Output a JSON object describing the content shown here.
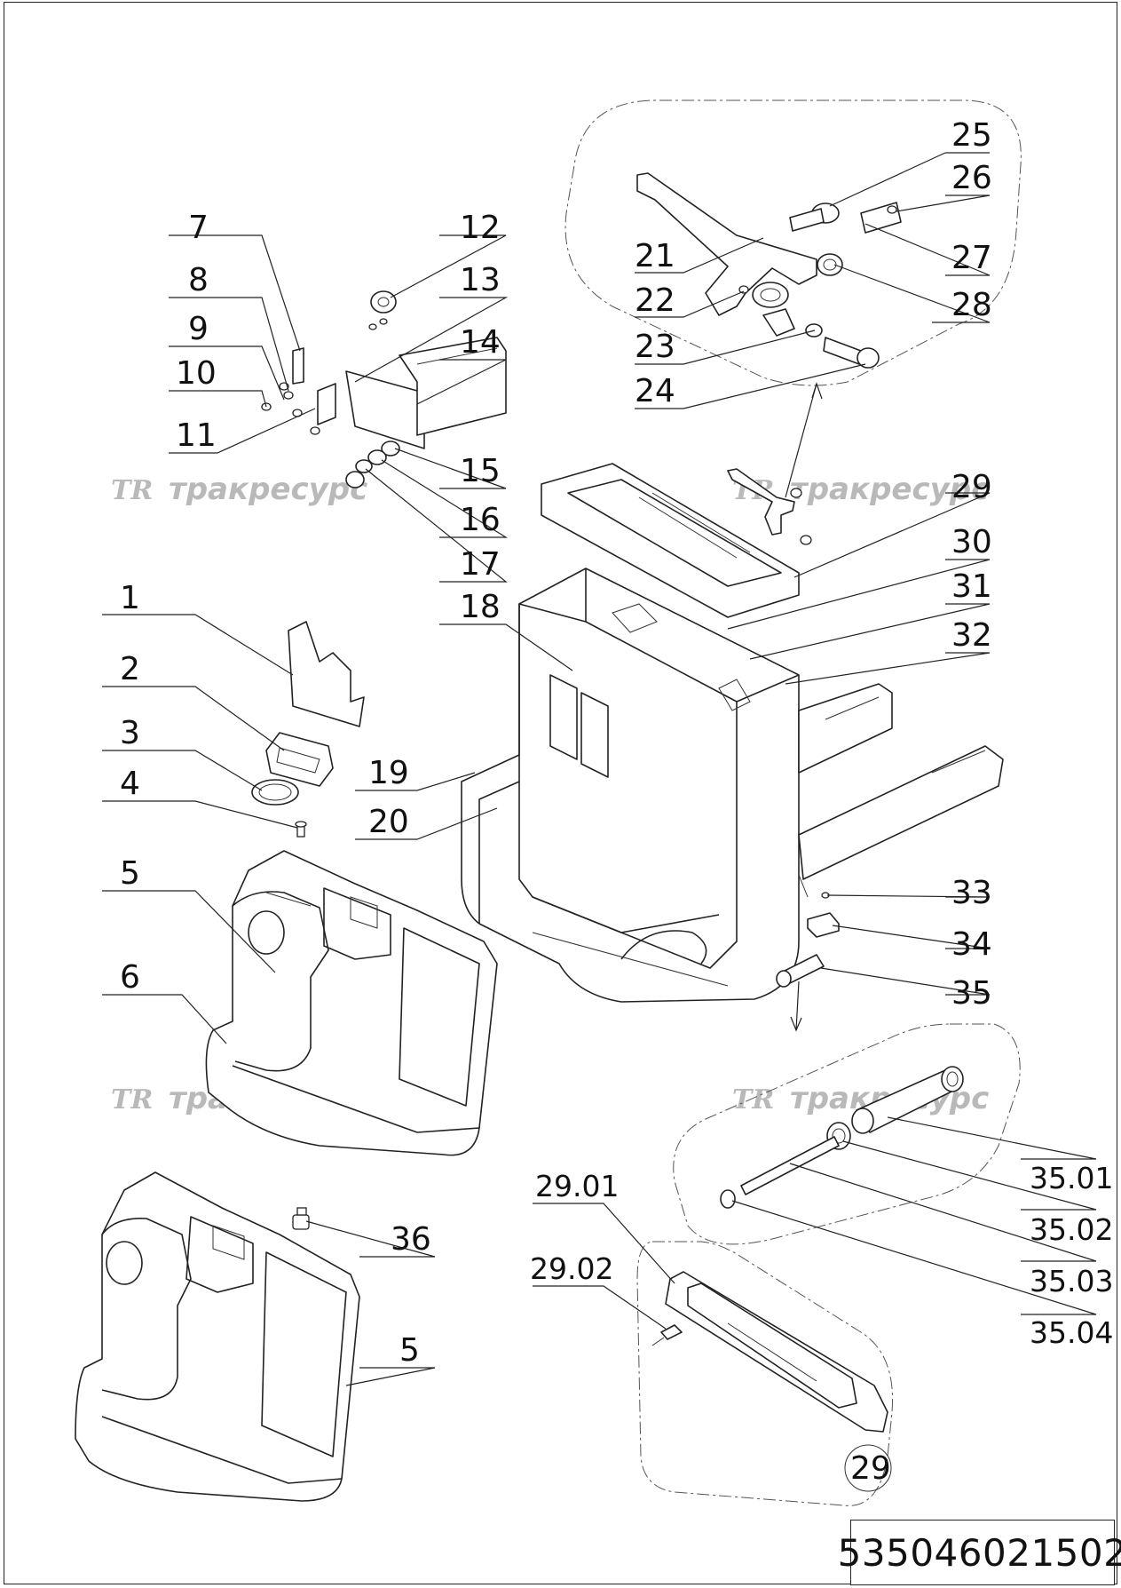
{
  "document_code": "535046021502",
  "watermark": {
    "logo": "TR",
    "text": "тракресурс"
  },
  "labels": {
    "p1": "1",
    "p2": "2",
    "p3": "3",
    "p4": "4",
    "p5a": "5",
    "p5b": "5",
    "p6": "6",
    "p7": "7",
    "p8": "8",
    "p9": "9",
    "p10": "10",
    "p11": "11",
    "p12": "12",
    "p13": "13",
    "p14": "14",
    "p15": "15",
    "p16": "16",
    "p17": "17",
    "p18": "18",
    "p19": "19",
    "p20": "20",
    "p21": "21",
    "p22": "22",
    "p23": "23",
    "p24": "24",
    "p25": "25",
    "p26": "26",
    "p27": "27",
    "p28": "28",
    "p29": "29",
    "p29c": "29",
    "p30": "30",
    "p31": "31",
    "p32": "32",
    "p33": "33",
    "p34": "34",
    "p35": "35",
    "p36": "36",
    "p2901": "29.01",
    "p2902": "29.02",
    "p3501": "35.01",
    "p3502": "35.02",
    "p3503": "35.03",
    "p3504": "35.04"
  }
}
